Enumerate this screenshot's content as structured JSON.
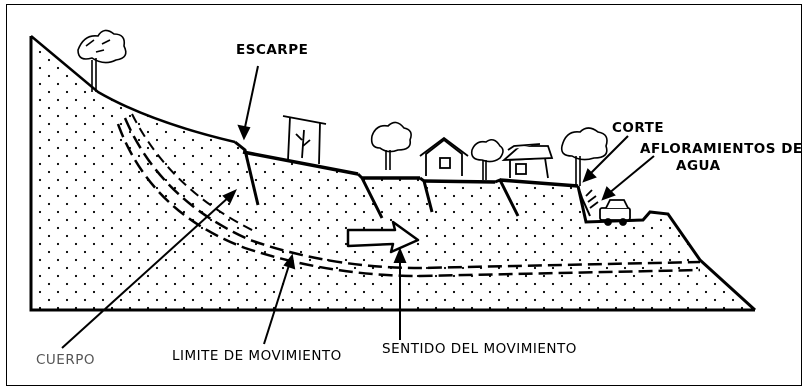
{
  "labels": {
    "escarpe": "ESCARPE",
    "corte": "CORTE",
    "afloramientos_line1": "AFLORAMIENTOS DE",
    "afloramientos_line2": "AGUA",
    "cuerpo": "CUERPO",
    "limite": "LIMITE DE MOVIMIENTO",
    "sentido": "SENTIDO DEL MOVIMIENTO"
  }
}
